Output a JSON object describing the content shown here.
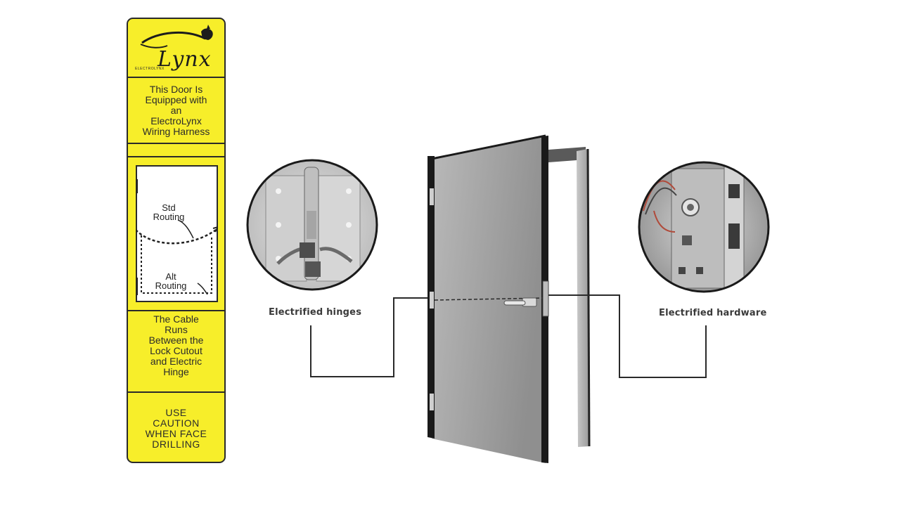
{
  "label": {
    "brand": "Lynx",
    "brand_sub": "ELECTROLYNX",
    "notice": "This Door Is\nEquipped with\nan\nElectroLynx\nWiring Harness",
    "std_routing": "Std\nRouting",
    "alt_routing": "Alt\nRouting",
    "cable_note": "The Cable\nRuns\nBetween the\nLock Cutout\nand Electric\nHinge",
    "caution": "USE\nCAUTION\nWHEN FACE\nDRILLING",
    "colors": {
      "background": "#f7ee2a",
      "border": "#2a2a2a"
    }
  },
  "captions": {
    "hinges": "Electrified hinges",
    "hardware": "Electrified hardware"
  },
  "icons": [
    "lynx-cat-logo",
    "hinge-photo",
    "mortise-lock-photo",
    "door-illustration"
  ]
}
